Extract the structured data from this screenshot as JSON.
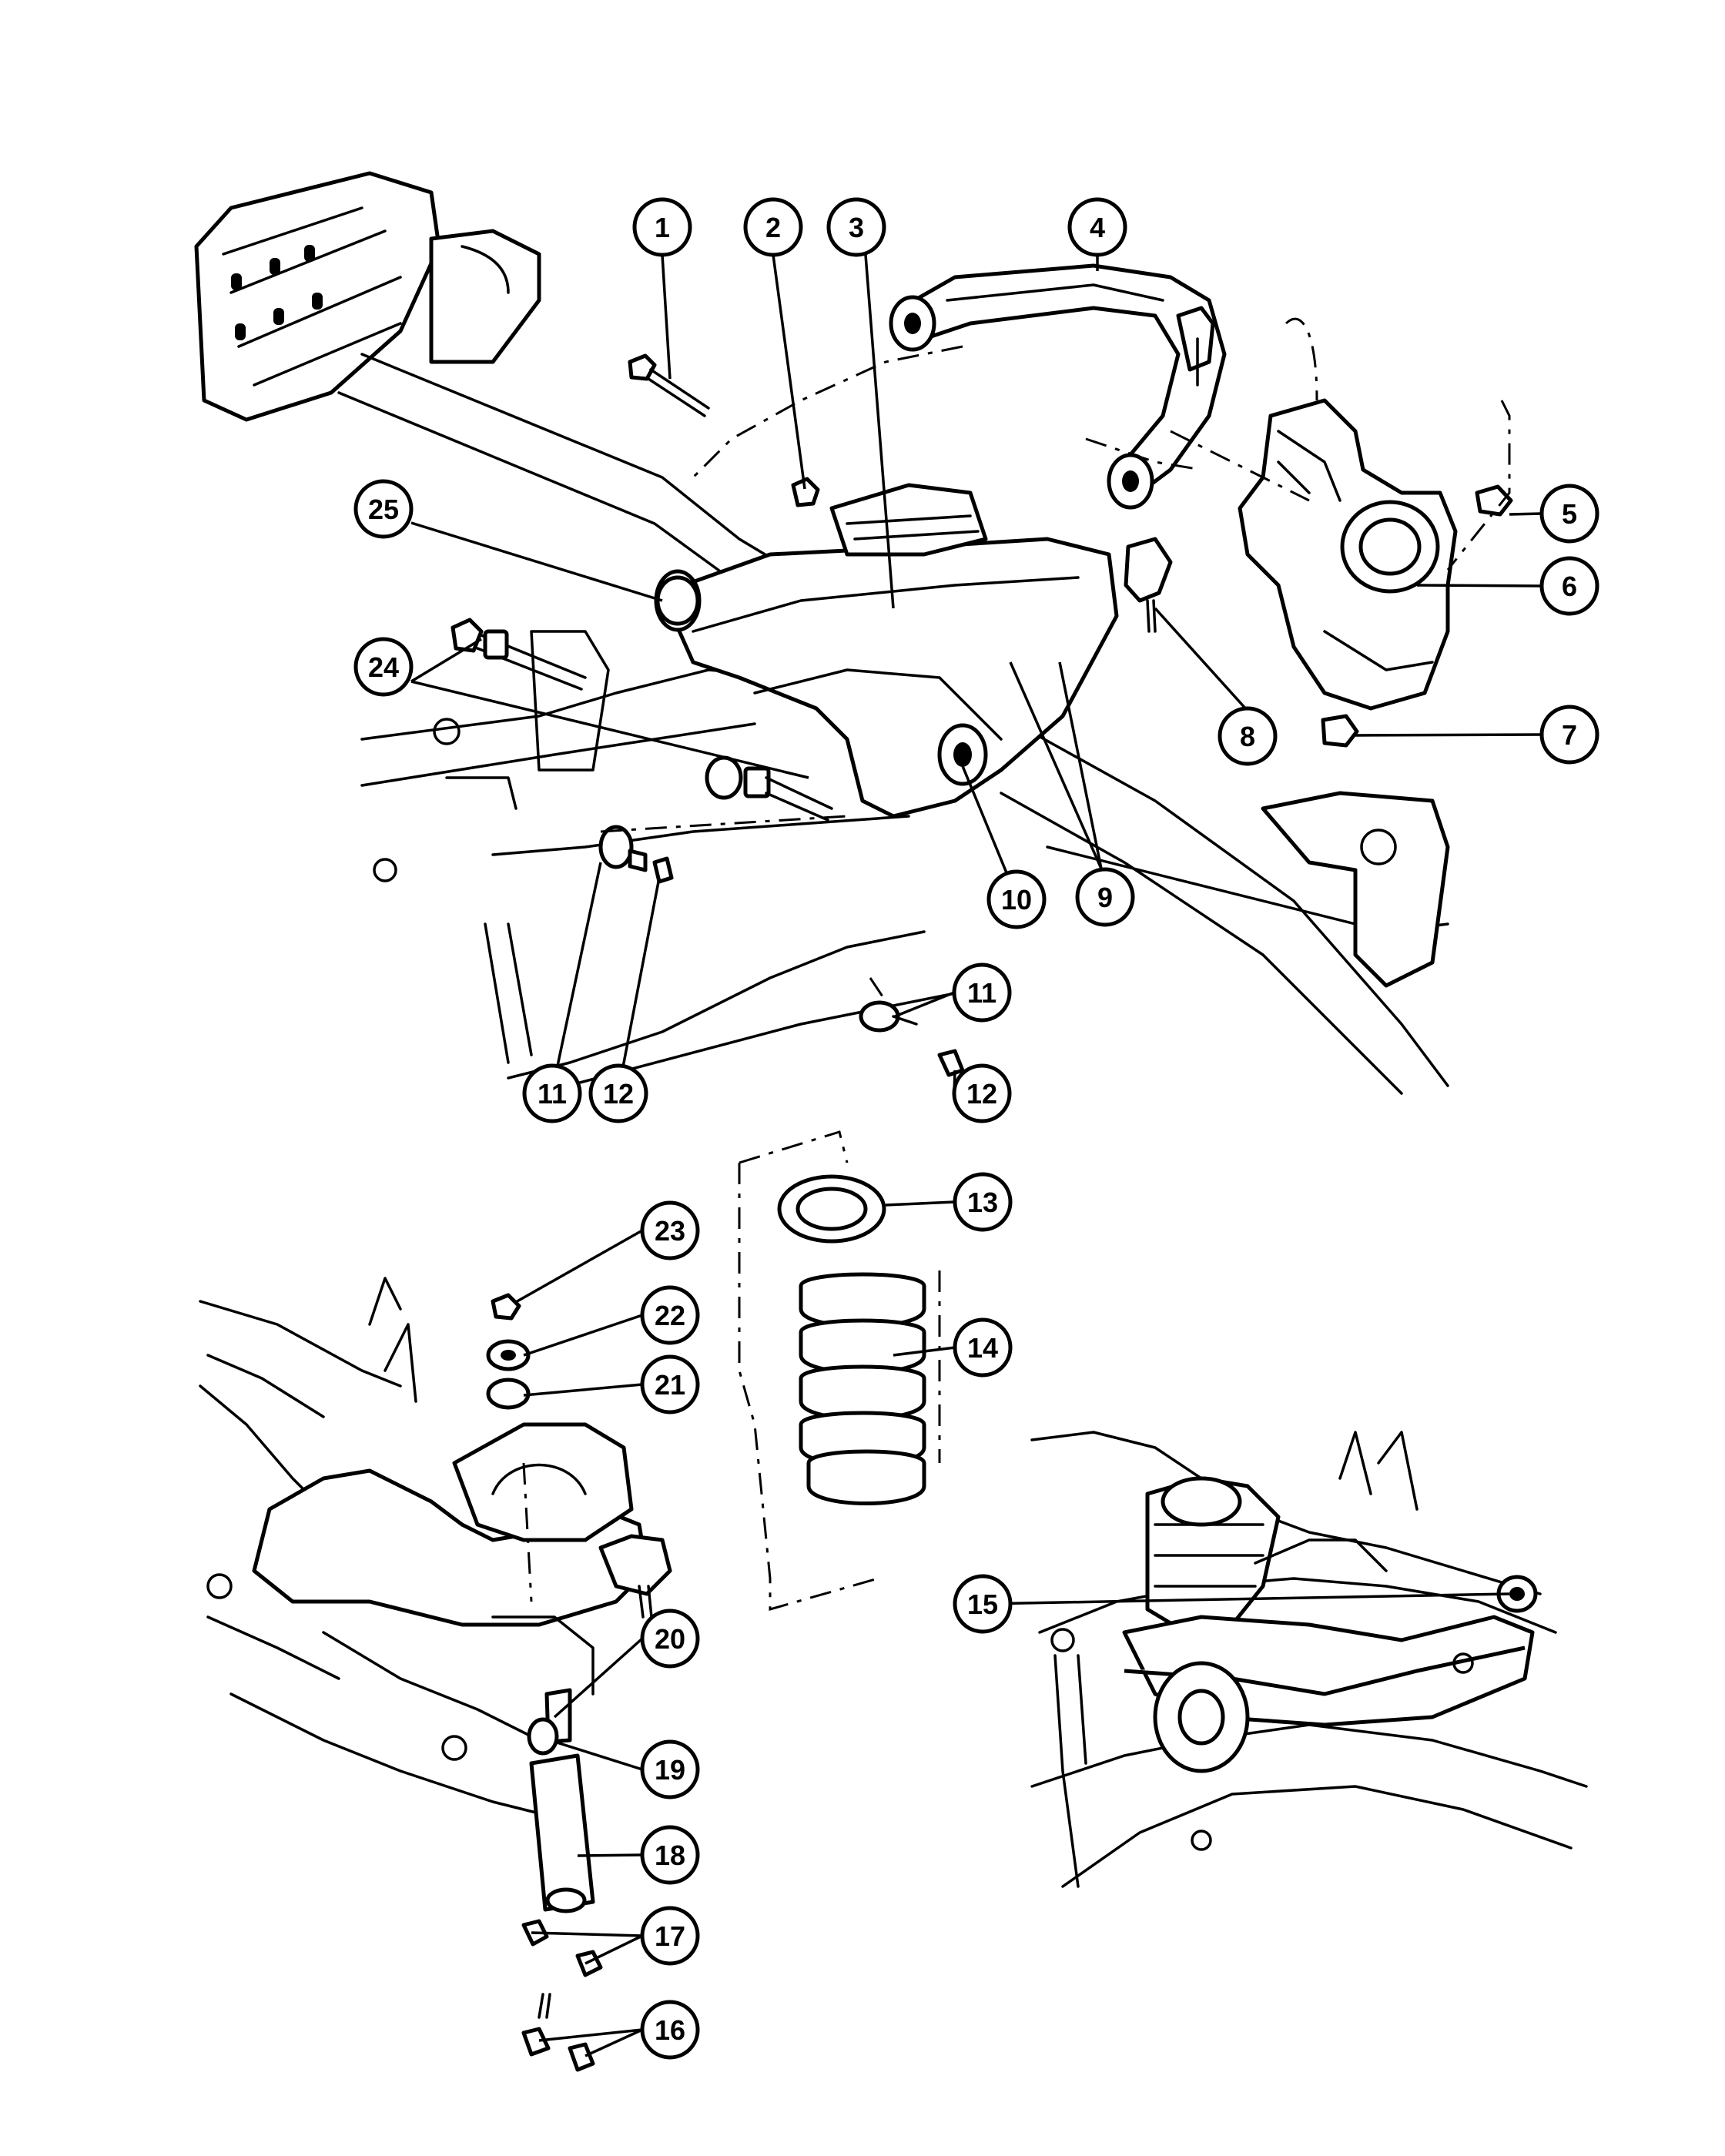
{
  "diagram": {
    "type": "exploded-parts-diagram",
    "callouts": [
      {
        "id": "c1",
        "label": "1"
      },
      {
        "id": "c2",
        "label": "2"
      },
      {
        "id": "c3",
        "label": "3"
      },
      {
        "id": "c4",
        "label": "4"
      },
      {
        "id": "c5",
        "label": "5"
      },
      {
        "id": "c6",
        "label": "6"
      },
      {
        "id": "c7",
        "label": "7"
      },
      {
        "id": "c8",
        "label": "8"
      },
      {
        "id": "c9",
        "label": "9"
      },
      {
        "id": "c10",
        "label": "10"
      },
      {
        "id": "c11a",
        "label": "11"
      },
      {
        "id": "c11b",
        "label": "11"
      },
      {
        "id": "c12a",
        "label": "12"
      },
      {
        "id": "c12b",
        "label": "12"
      },
      {
        "id": "c13",
        "label": "13"
      },
      {
        "id": "c14",
        "label": "14"
      },
      {
        "id": "c15",
        "label": "15"
      },
      {
        "id": "c16",
        "label": "16"
      },
      {
        "id": "c17",
        "label": "17"
      },
      {
        "id": "c18",
        "label": "18"
      },
      {
        "id": "c19",
        "label": "19"
      },
      {
        "id": "c20",
        "label": "20"
      },
      {
        "id": "c21",
        "label": "21"
      },
      {
        "id": "c22",
        "label": "22"
      },
      {
        "id": "c23",
        "label": "23"
      },
      {
        "id": "c24",
        "label": "24"
      },
      {
        "id": "c25",
        "label": "25"
      }
    ]
  }
}
